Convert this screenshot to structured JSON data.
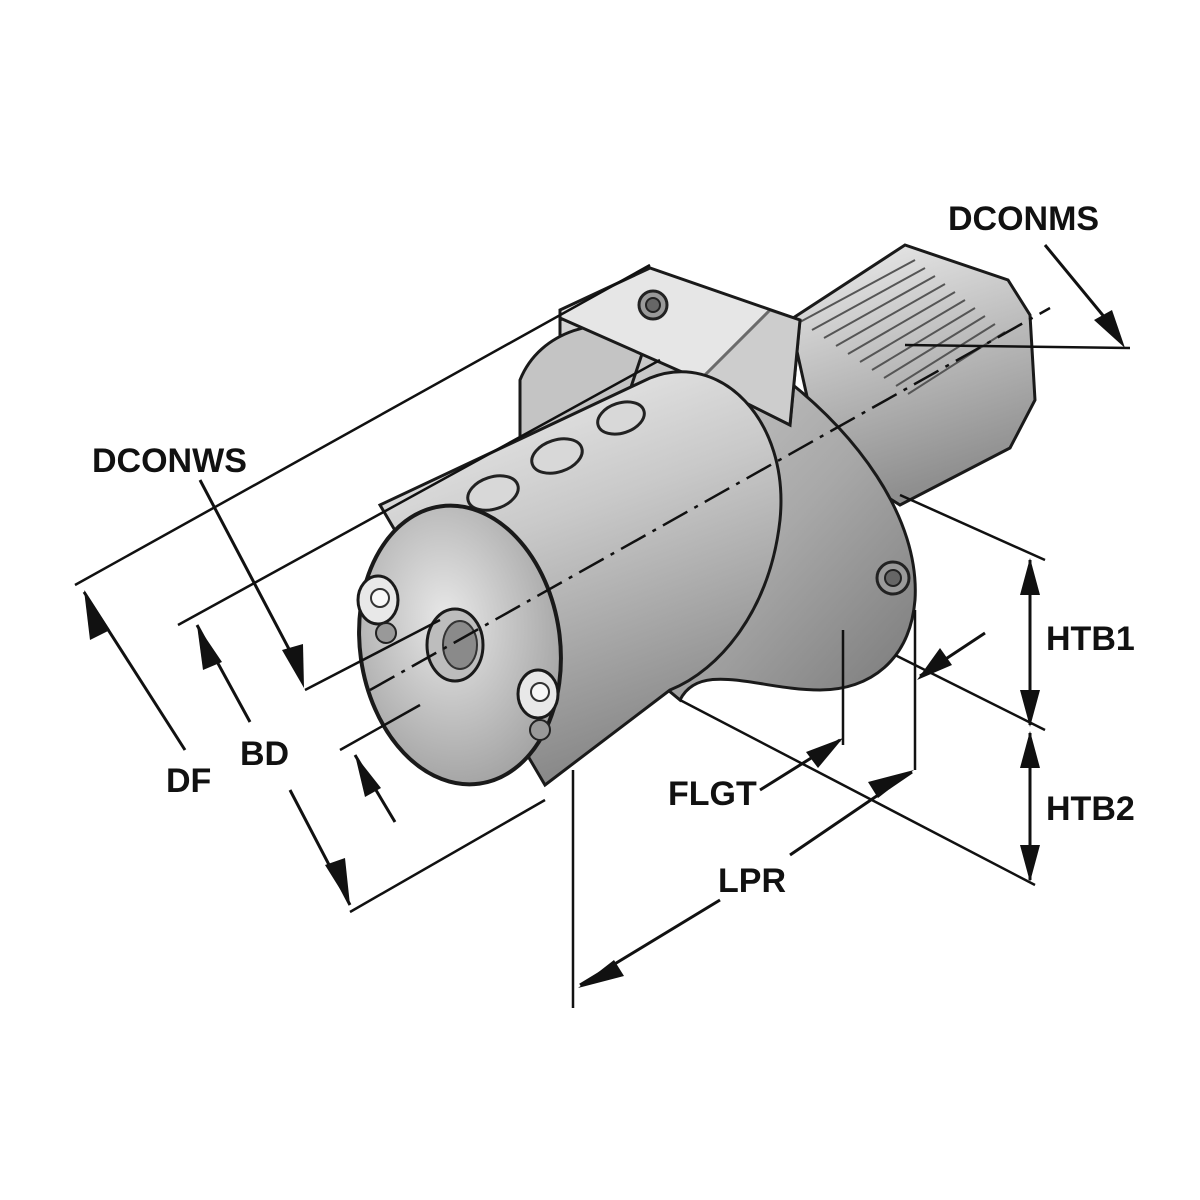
{
  "labels": {
    "dconms": "DCONMS",
    "dconws": "DCONWS",
    "df": "DF",
    "bd": "BD",
    "flgt": "FLGT",
    "lpr": "LPR",
    "htb1": "HTB1",
    "htb2": "HTB2"
  },
  "colors": {
    "ink": "#111111",
    "body_light": "#e2e2e2",
    "body_mid": "#a9a9a9",
    "body_dark": "#6e6e6e",
    "background": "#ffffff"
  }
}
